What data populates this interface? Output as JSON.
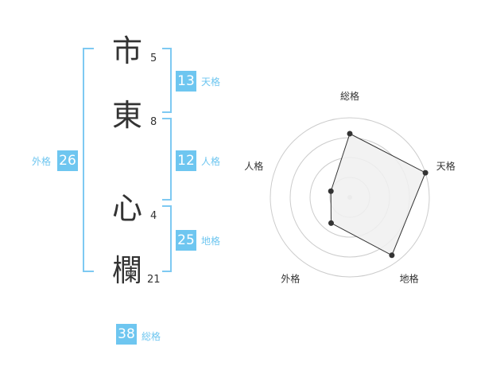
{
  "name": {
    "chars": [
      {
        "char": "市",
        "strokes": "5"
      },
      {
        "char": "東",
        "strokes": "8"
      },
      {
        "char": "心",
        "strokes": "4"
      },
      {
        "char": "欄",
        "strokes": "21"
      }
    ]
  },
  "kaku": {
    "ten": {
      "value": "13",
      "label": "天格"
    },
    "jin": {
      "value": "12",
      "label": "人格"
    },
    "chi": {
      "value": "25",
      "label": "地格"
    },
    "gai": {
      "value": "26",
      "label": "外格"
    },
    "sou": {
      "value": "38",
      "label": "総格"
    }
  },
  "chart_data": {
    "type": "radar",
    "axes": [
      "総格",
      "天格",
      "地格",
      "外格",
      "人格"
    ],
    "values": [
      0.8,
      1.0,
      0.9,
      0.4,
      0.25
    ],
    "rings": 4,
    "fill": "#f0f0f0",
    "line": "#333333",
    "ring_color": "#cccccc"
  }
}
